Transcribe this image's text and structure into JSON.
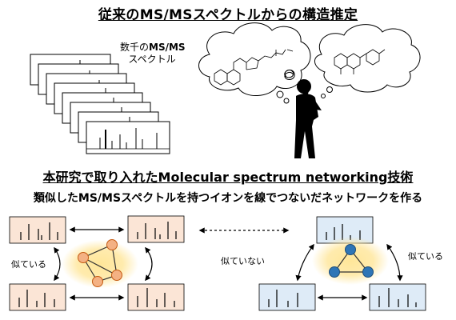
{
  "title_top": "従来のMS/MSスペクトルからの構造推定",
  "spectra_label": {
    "line1_prefix": "数千の",
    "line1_bold": "MS/MS",
    "line2": "スペクトル"
  },
  "title_bottom": "本研究で取り入れたMolecular spectrum networking技術",
  "subtitle": "類似したMS/MSスペクトルを持つイオンを線でつないだネットワークを作る",
  "labels": {
    "similar_left": "似ている",
    "not_similar": "似ていない",
    "similar_right": "似ている"
  },
  "colors": {
    "orange_fill": "#fbe5d6",
    "blue_fill": "#deebf7",
    "orange_node": "#f4b183",
    "blue_node": "#2e75b6",
    "glow": "#ffe699"
  },
  "icons": [
    "thought-cloud-icon",
    "person-thinking-icon",
    "tangle-icon",
    "molecule-icon",
    "network-graph-icon",
    "bidirectional-arrow-icon"
  ]
}
